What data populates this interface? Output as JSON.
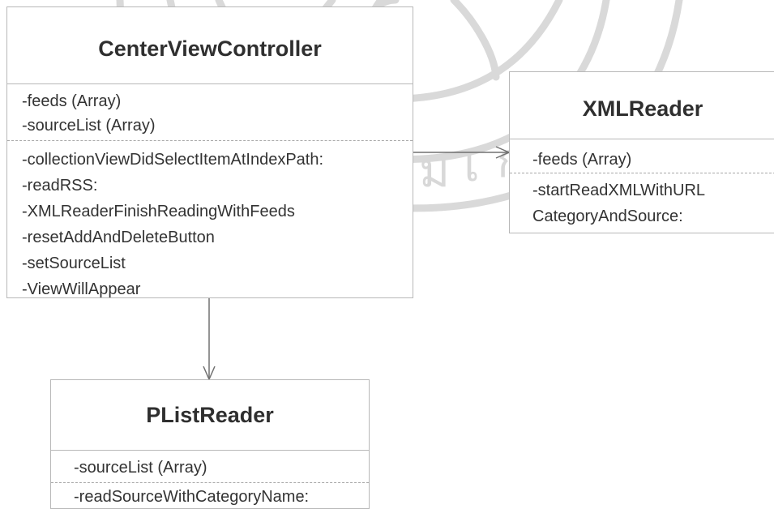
{
  "classes": {
    "center": {
      "name": "CenterViewController",
      "attributes": [
        "-feeds (Array)",
        "-sourceList (Array)"
      ],
      "methods": [
        "-collectionViewDidSelectItemAtIndexPath:",
        "-readRSS:",
        "-XMLReaderFinishReadingWithFeeds",
        "-resetAddAndDeleteButton",
        "-setSourceList",
        "-ViewWillAppear"
      ]
    },
    "xml_reader": {
      "name": "XMLReader",
      "attributes": [
        "-feeds (Array)"
      ],
      "methods": [
        "-startReadXMLWithURL",
        "CategoryAndSource:"
      ]
    },
    "plist_reader": {
      "name": "PListReader",
      "attributes": [
        "-sourceList (Array)"
      ],
      "methods": [
        "-readSourceWithCategoryName:"
      ]
    }
  },
  "watermark": {
    "text": "จอมเกล้าธนบุรี",
    "color": "#d6d6d6"
  }
}
